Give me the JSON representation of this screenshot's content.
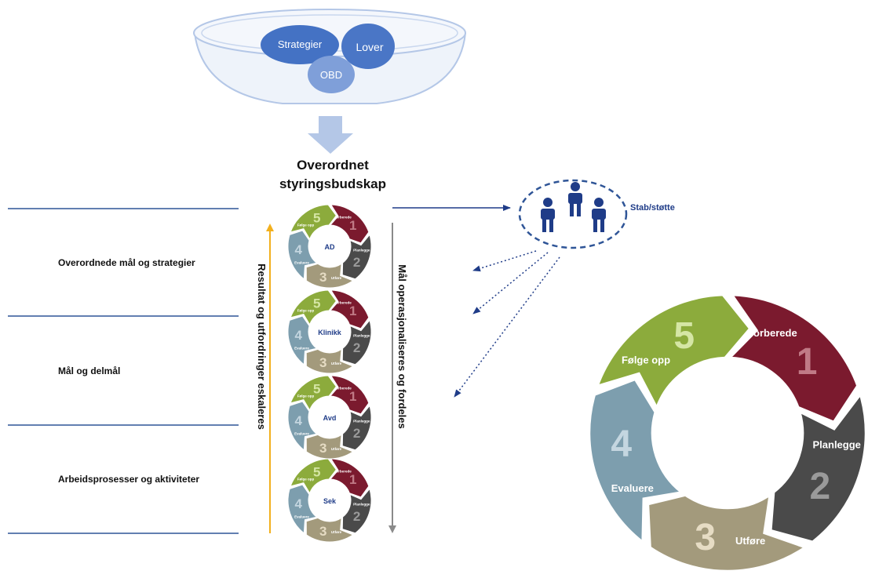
{
  "funnel": {
    "bubbles": [
      "Strategier",
      "Lover",
      "OBD"
    ]
  },
  "message": {
    "line1": "Overordnet",
    "line2": "styringsbudskap"
  },
  "levels": [
    "Overordnede mål og strategier",
    "Mål og delmål",
    "Arbeidsprosesser og aktiviteter"
  ],
  "cycles": [
    "AD",
    "Klinikk",
    "Avd",
    "Sek"
  ],
  "cycle_steps": [
    {
      "num": "1",
      "label": "Forberede"
    },
    {
      "num": "2",
      "label": "Planlegge"
    },
    {
      "num": "3",
      "label": "Utføre"
    },
    {
      "num": "4",
      "label": "Evaluere"
    },
    {
      "num": "5",
      "label": "Følge opp"
    }
  ],
  "arrows": {
    "up_label": "Resultat og utfordringer eskaleres",
    "down_label": "Mål operasjonaliseres og fordeles"
  },
  "staff": {
    "label": "Stab/støtte"
  },
  "colors": {
    "forberede": "#7b1a2e",
    "planlegge": "#4a4a4a",
    "utfore": "#a39a7c",
    "evaluere": "#7d9eae",
    "folge_opp": "#8cab3c",
    "navy": "#1f3c88",
    "line_blue": "#2f5597",
    "arrow_up": "#f2b01e",
    "arrow_down": "#8a8a8a",
    "funnel": "#b4c7e7",
    "bubble": "#4472c4"
  }
}
